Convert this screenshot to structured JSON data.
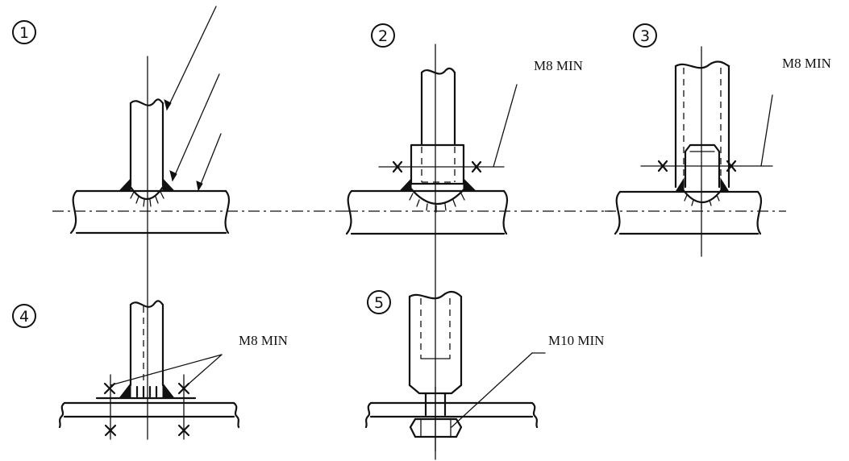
{
  "figures": [
    {
      "id": "1",
      "number": "1",
      "label": ""
    },
    {
      "id": "2",
      "number": "2",
      "label": "M8  MIN"
    },
    {
      "id": "3",
      "number": "3",
      "label": "M8  MIN"
    },
    {
      "id": "4",
      "number": "4",
      "label": "M8  MIN"
    },
    {
      "id": "5",
      "number": "5",
      "label": "M10  MIN"
    }
  ]
}
